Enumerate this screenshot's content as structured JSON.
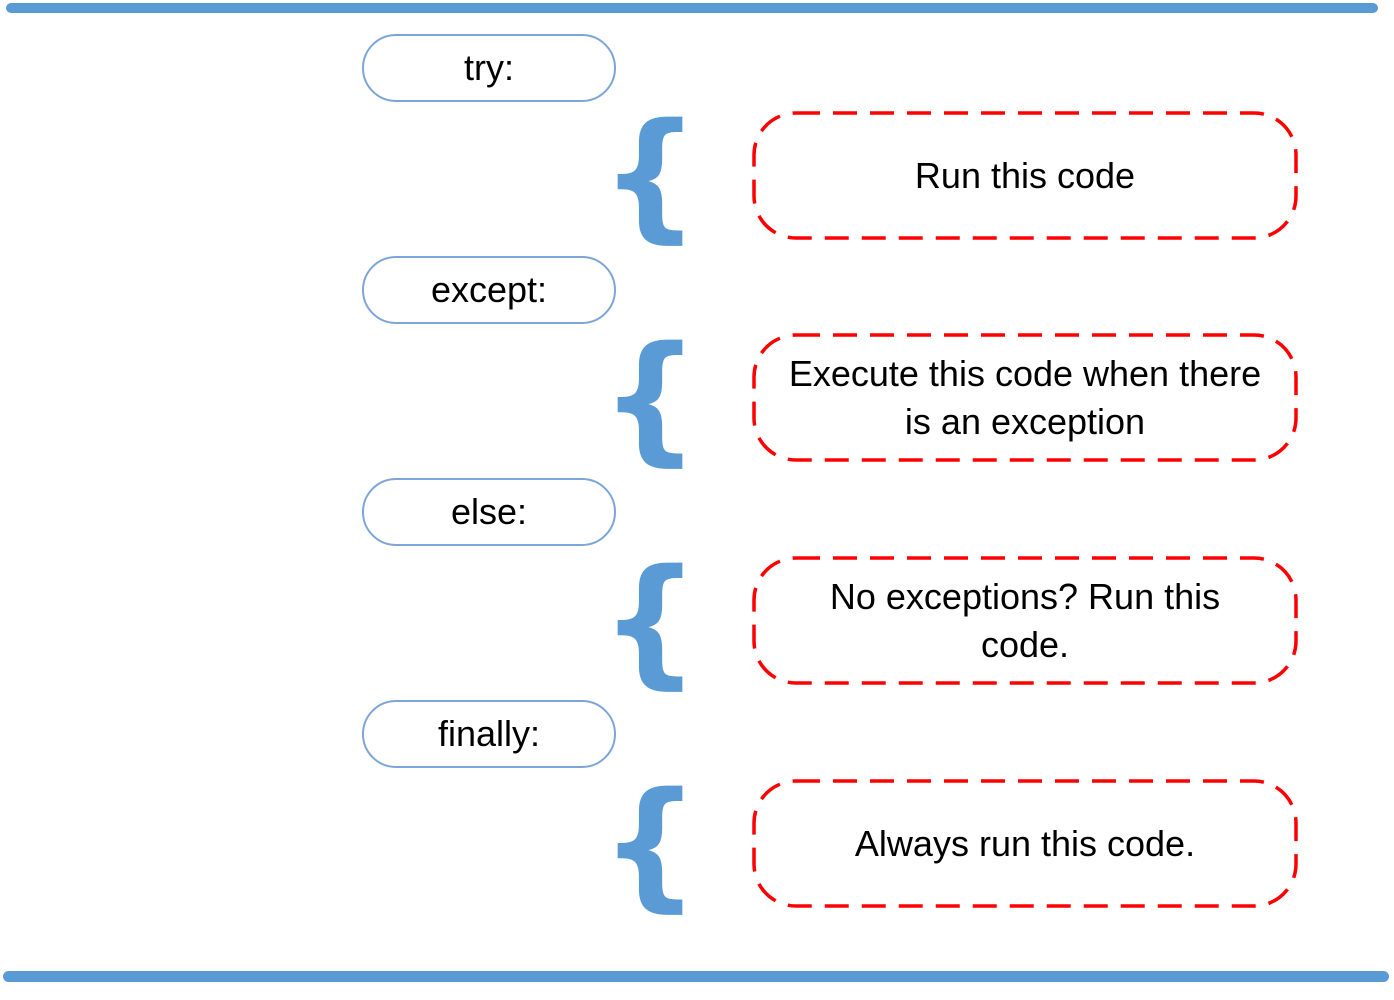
{
  "colors": {
    "accent_blue": "#5B9BD5",
    "pill_border_blue": "#7CA5D8",
    "dash_red": "#FF0000",
    "text_black": "#000000"
  },
  "brace_glyph": "{",
  "rows": [
    {
      "keyword": "try:",
      "description": "Run this code"
    },
    {
      "keyword": "except:",
      "description": "Execute this code when there is an exception"
    },
    {
      "keyword": "else:",
      "description": "No exceptions? Run this code."
    },
    {
      "keyword": "finally:",
      "description": "Always run this code."
    }
  ]
}
